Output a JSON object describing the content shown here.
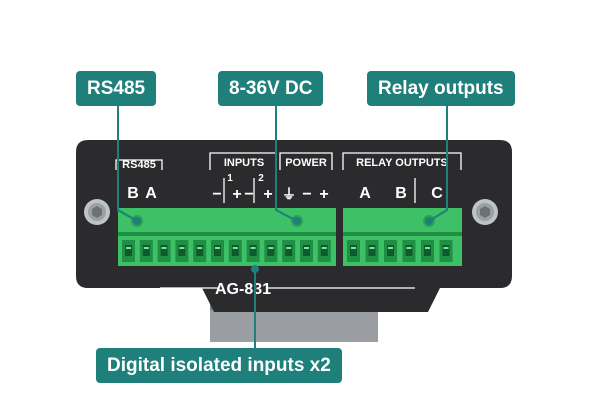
{
  "callouts": {
    "rs485": "RS485",
    "power": "8-36V DC",
    "relay": "Relay outputs",
    "inputs": "Digital isolated inputs x2"
  },
  "panel": {
    "rs485_header": "RS485",
    "rs485_b": "B",
    "rs485_a": "A",
    "inputs_header": "INPUTS",
    "input1": "1",
    "input2": "2",
    "minus": "−",
    "plus": "+",
    "power_header": "POWER",
    "ground_symbol": "⏚",
    "relay_header": "RELAY OUTPUTS",
    "relay_a": "A",
    "relay_b": "B",
    "relay_c": "C",
    "model": "AG-831"
  },
  "colors": {
    "callout": "#1f7f7a",
    "housing": "#2b2b2d",
    "terminal_green": "#3ec066",
    "terminal_dark": "#1f8f45"
  }
}
